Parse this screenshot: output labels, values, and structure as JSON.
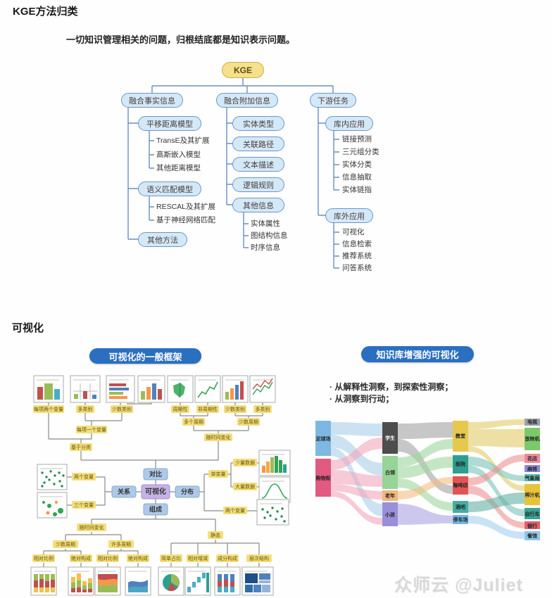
{
  "page": {
    "title": "KGE方法归类",
    "subtitle": "一切知识管理相关的问题，归根结底都是知识表示问题。",
    "section_title": "可视化",
    "watermark_cn": "众师云",
    "watermark_handle": "@Juliet"
  },
  "tree": {
    "root": "KGE",
    "branch1": {
      "label": "融合事实信息",
      "groups": [
        {
          "label": "平移距离模型",
          "leaves": [
            "TransE及其扩展",
            "高斯嵌入模型",
            "其他距离模型"
          ]
        },
        {
          "label": "语义匹配模型",
          "leaves": [
            "RESCAL及其扩展",
            "基于神经网络匹配"
          ]
        },
        {
          "label": "其他方法",
          "leaves": []
        }
      ]
    },
    "branch2": {
      "label": "融合附加信息",
      "pills": [
        "实体类型",
        "关联路径",
        "文本描述",
        "逻辑规则",
        "其他信息"
      ],
      "leaves": [
        "实体属性",
        "图结构信息",
        "时序信息"
      ]
    },
    "branch3": {
      "label": "下游任务",
      "groups": [
        {
          "label": "库内应用",
          "leaves": [
            "链接预测",
            "三元组分类",
            "实体分类",
            "信息抽取",
            "实体链指"
          ]
        },
        {
          "label": "库外应用",
          "leaves": [
            "可视化",
            "信息检索",
            "推荐系统",
            "问答系统"
          ]
        }
      ]
    }
  },
  "viz": {
    "left_banner": "可视化的一般框架",
    "right_banner": "知识库增强的可视化",
    "bullets": [
      "· 从解释性洞察，到探索性洞察；",
      "· 从洞察到行动；"
    ]
  },
  "flow": {
    "center": {
      "compare": "对比",
      "relation": "关系",
      "viz": "可视化",
      "distribution": "分布",
      "composition": "组成"
    },
    "labels": {
      "l1": "每项两个变量",
      "l2": "多类别",
      "l3": "少数类别",
      "l5": "周期性",
      "l6": "非周期性",
      "l7": "少数类别",
      "l8": "多类别",
      "m1": "每项一个变量",
      "m2": "多个周期",
      "m3": "少数周期",
      "catBased": "基于分类",
      "overTime": "随时间变化",
      "rel2": "两个变量",
      "rel3": "三个变量",
      "single": "单变量",
      "few": "少量数据",
      "many": "大量数据",
      "two": "两个变量",
      "compTime": "随时间变化",
      "static": "静态",
      "fewPeriods": "少数周期",
      "manyPeriods": "许多周期",
      "relA": "相对比例",
      "absA": "绝对构成",
      "relB": "相对比例",
      "absB": "绝对构成",
      "share": "简单占比",
      "addsub": "相对增减",
      "compOfComp": "成分构成",
      "hier": "层次结构"
    }
  },
  "sankey": {
    "col1": [
      "足球场",
      "购物街"
    ],
    "col2": [
      "学生",
      "白领",
      "老年",
      "小孩"
    ],
    "col3": [
      "教堂",
      "医院",
      "咖啡店",
      "酒吧",
      "停车场"
    ],
    "col4": [
      "电视",
      "放映机",
      "花店",
      "麻将",
      "气象局",
      "榨汁机",
      "自行车",
      "银行",
      "餐馆"
    ]
  }
}
